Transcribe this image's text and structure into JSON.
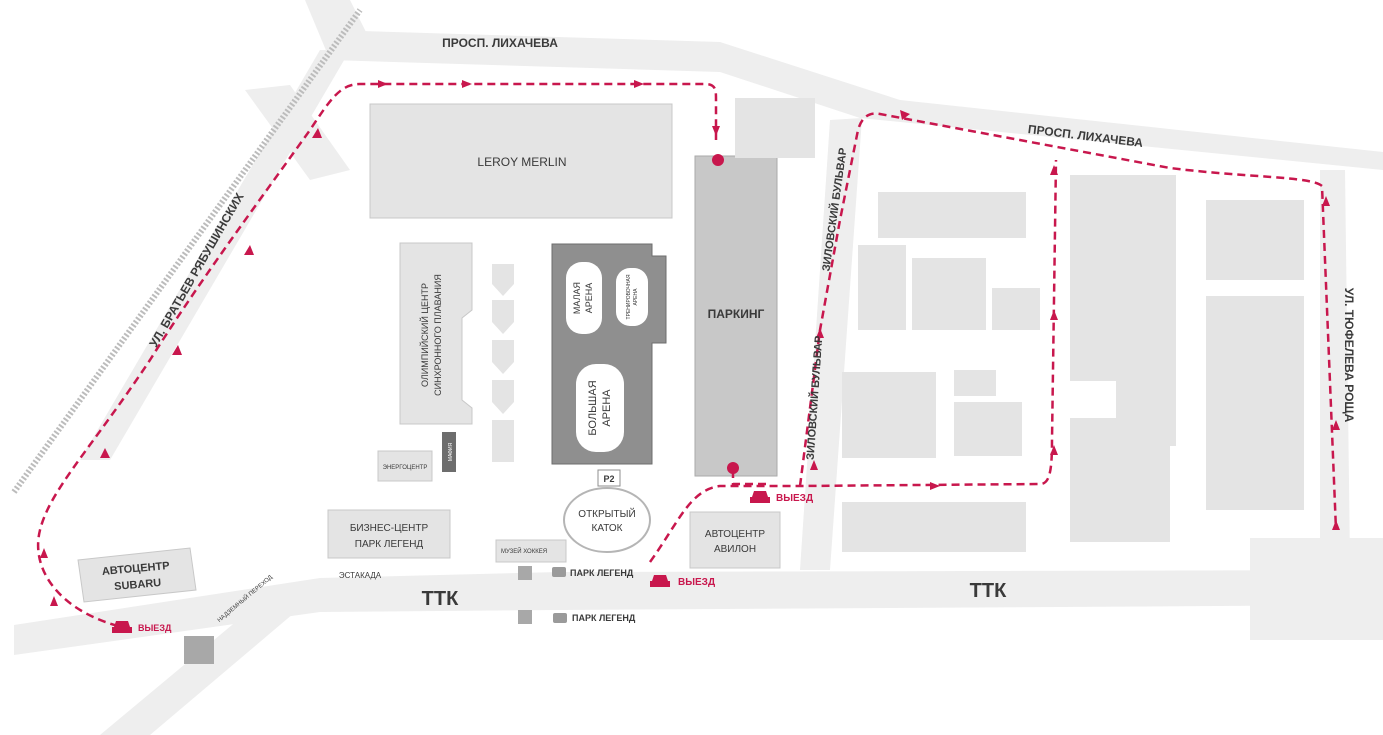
{
  "streets": {
    "likhacheva_top": "ПРОСП. ЛИХАЧЕВА",
    "likhacheva_right": "ПРОСП. ЛИХАЧЕВА",
    "ryabushinskikh": "УЛ. БРАТЬЕВ РЯБУШИНСКИХ",
    "zilovsky_top": "ЗИЛОВСКИЙ БУЛЬВАР",
    "zilovsky_bottom": "ЗИЛОВСКИЙ БУЛЬВАР",
    "tufeleva": "УЛ. ТЮФЕЛЕВА РОЩА",
    "ttk_left": "ТТК",
    "ttk_right": "ТТК",
    "estakada": "ЭСТАКАДА",
    "crossing": "НАДЗЕМНЫЙ ПЕРЕХОД"
  },
  "buildings": {
    "leroy_merlin": "LEROY MERLIN",
    "parking": "ПАРКИНГ",
    "olympic_line1": "ОЛИМПИЙСКИЙ ЦЕНТР",
    "olympic_line2": "СИНХРОННОГО ПЛАВАНИЯ",
    "small_arena_line1": "МАЛАЯ",
    "small_arena_line2": "АРЕНА",
    "training_arena_line1": "ТРЕНИРОВОЧНАЯ",
    "training_arena_line2": "АРЕНА",
    "big_arena_line1": "БОЛЬШАЯ",
    "big_arena_line2": "АРЕНА",
    "p2": "P2",
    "open_rink_line1": "ОТКРЫТЫЙ",
    "open_rink_line2": "КАТОК",
    "energy_center": "ЭНЕРГОЦЕНТР",
    "mafia": "МАФИЯ",
    "business_center_line1": "БИЗНЕС-ЦЕНТР",
    "business_center_line2": "ПАРК ЛЕГЕНД",
    "hockey_museum": "МУЗЕЙ ХОККЕЯ",
    "avtocentr_avilon_line1": "АВТОЦЕНТР",
    "avtocentr_avilon_line2": "АВИЛОН",
    "avtocentr_subaru_line1": "АВТОЦЕНТР",
    "avtocentr_subaru_line2": "SUBARU"
  },
  "stops": {
    "bus_stop_1": "ПАРК ЛЕГЕНД",
    "bus_stop_2": "ПАРК ЛЕГЕНД"
  },
  "exits": {
    "exit_1": "ВЫЕЗД",
    "exit_2": "ВЫЕЗД",
    "exit_3": "ВЫЕЗД"
  },
  "icons": {
    "exit": "car-icon",
    "bus": "bus-icon",
    "pedestrian": "pedestrian-icon",
    "stairs": "stairs-icon"
  },
  "colors": {
    "route": "#c8174d",
    "building": "#e4e4e4",
    "road": "#efefef",
    "highlight_building": "#8f8f8f",
    "parking": "#c8c8c8"
  }
}
